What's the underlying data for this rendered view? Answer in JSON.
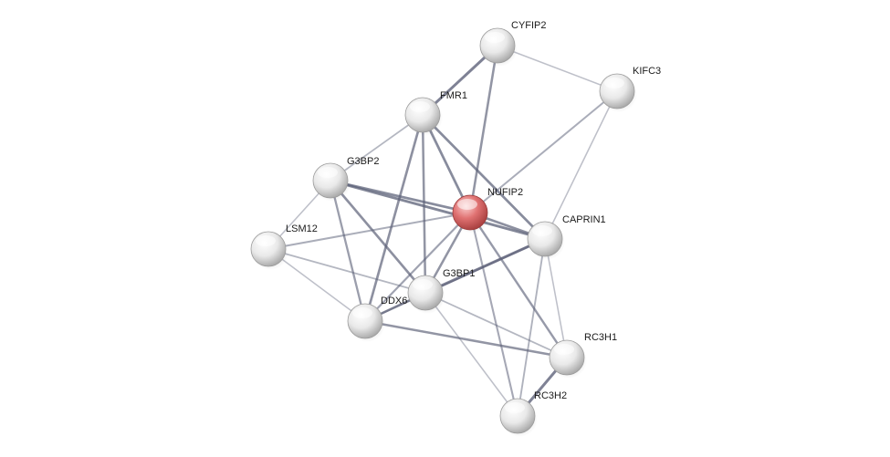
{
  "network": {
    "query_node_color": "#e06767",
    "node_color": "#e8e8e8",
    "edge_color": "#5c6178",
    "nodes": [
      {
        "id": "CYFIP2",
        "label": "CYFIP2",
        "query": false
      },
      {
        "id": "KIFC3",
        "label": "KIFC3",
        "query": false
      },
      {
        "id": "FMR1",
        "label": "FMR1",
        "query": false
      },
      {
        "id": "G3BP2",
        "label": "G3BP2",
        "query": false
      },
      {
        "id": "NUFIP2",
        "label": "NUFIP2",
        "query": true
      },
      {
        "id": "CAPRIN1",
        "label": "CAPRIN1",
        "query": false
      },
      {
        "id": "LSM12",
        "label": "LSM12",
        "query": false
      },
      {
        "id": "G3BP1",
        "label": "G3BP1",
        "query": false
      },
      {
        "id": "DDX6",
        "label": "DDX6",
        "query": false
      },
      {
        "id": "RC3H1",
        "label": "RC3H1",
        "query": false
      },
      {
        "id": "RC3H2",
        "label": "RC3H2",
        "query": false
      }
    ],
    "edges": [
      {
        "from": "CYFIP2",
        "to": "FMR1",
        "strength": 0.9
      },
      {
        "from": "CYFIP2",
        "to": "NUFIP2",
        "strength": 0.7
      },
      {
        "from": "CYFIP2",
        "to": "KIFC3",
        "strength": 0.25
      },
      {
        "from": "KIFC3",
        "to": "NUFIP2",
        "strength": 0.45
      },
      {
        "from": "KIFC3",
        "to": "CAPRIN1",
        "strength": 0.25
      },
      {
        "from": "FMR1",
        "to": "G3BP2",
        "strength": 0.35
      },
      {
        "from": "FMR1",
        "to": "NUFIP2",
        "strength": 0.8
      },
      {
        "from": "FMR1",
        "to": "CAPRIN1",
        "strength": 0.8
      },
      {
        "from": "FMR1",
        "to": "G3BP1",
        "strength": 0.7
      },
      {
        "from": "FMR1",
        "to": "DDX6",
        "strength": 0.75
      },
      {
        "from": "G3BP2",
        "to": "NUFIP2",
        "strength": 0.8
      },
      {
        "from": "G3BP2",
        "to": "CAPRIN1",
        "strength": 0.85
      },
      {
        "from": "G3BP2",
        "to": "G3BP1",
        "strength": 0.75
      },
      {
        "from": "G3BP2",
        "to": "DDX6",
        "strength": 0.6
      },
      {
        "from": "G3BP2",
        "to": "LSM12",
        "strength": 0.25
      },
      {
        "from": "NUFIP2",
        "to": "CAPRIN1",
        "strength": 0.75
      },
      {
        "from": "NUFIP2",
        "to": "LSM12",
        "strength": 0.45
      },
      {
        "from": "NUFIP2",
        "to": "G3BP1",
        "strength": 0.7
      },
      {
        "from": "NUFIP2",
        "to": "DDX6",
        "strength": 0.55
      },
      {
        "from": "NUFIP2",
        "to": "RC3H1",
        "strength": 0.65
      },
      {
        "from": "NUFIP2",
        "to": "RC3H2",
        "strength": 0.5
      },
      {
        "from": "CAPRIN1",
        "to": "G3BP1",
        "strength": 0.9
      },
      {
        "from": "CAPRIN1",
        "to": "DDX6",
        "strength": 0.5
      },
      {
        "from": "CAPRIN1",
        "to": "RC3H1",
        "strength": 0.25
      },
      {
        "from": "CAPRIN1",
        "to": "RC3H2",
        "strength": 0.4
      },
      {
        "from": "LSM12",
        "to": "G3BP1",
        "strength": 0.35
      },
      {
        "from": "LSM12",
        "to": "DDX6",
        "strength": 0.25
      },
      {
        "from": "G3BP1",
        "to": "DDX6",
        "strength": 0.7
      },
      {
        "from": "G3BP1",
        "to": "RC3H1",
        "strength": 0.35
      },
      {
        "from": "G3BP1",
        "to": "RC3H2",
        "strength": 0.25
      },
      {
        "from": "DDX6",
        "to": "RC3H1",
        "strength": 0.7
      },
      {
        "from": "RC3H1",
        "to": "RC3H2",
        "strength": 0.9
      }
    ]
  }
}
